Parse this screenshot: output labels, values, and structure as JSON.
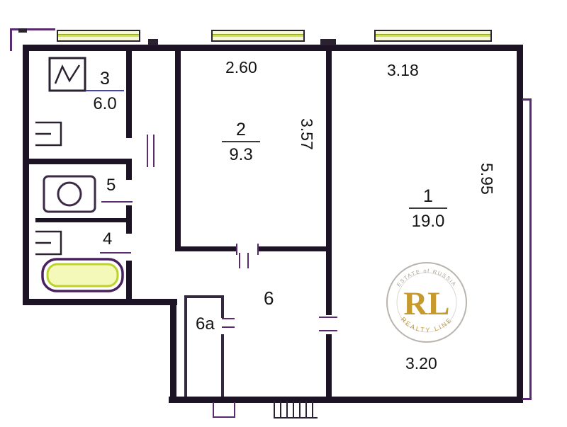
{
  "rooms": {
    "room1": {
      "number": "1",
      "area": "19.0"
    },
    "room2": {
      "number": "2",
      "area": "9.3"
    },
    "room3": {
      "number": "3",
      "area": "6.0"
    },
    "room4": {
      "number": "4"
    },
    "room5": {
      "number": "5"
    },
    "room6": {
      "number": "6"
    },
    "room6a": {
      "number": "6a"
    }
  },
  "dimensions": {
    "room2_top": "2.60",
    "room2_side": "3.57",
    "room1_top": "3.18",
    "room1_side": "5.95",
    "room1_bottom": "3.20"
  },
  "watermark": {
    "monogram": "RL",
    "arc_top": "ESTATE of RUSSIA",
    "arc_bottom": "REALTY LINE"
  },
  "colors": {
    "wall": "#1c1424",
    "accent_purple": "#5a2a6e",
    "window_highlight": "#cfe24a",
    "tub_highlight": "#f4f8b8",
    "watermark_gold": "#c69a2c"
  }
}
